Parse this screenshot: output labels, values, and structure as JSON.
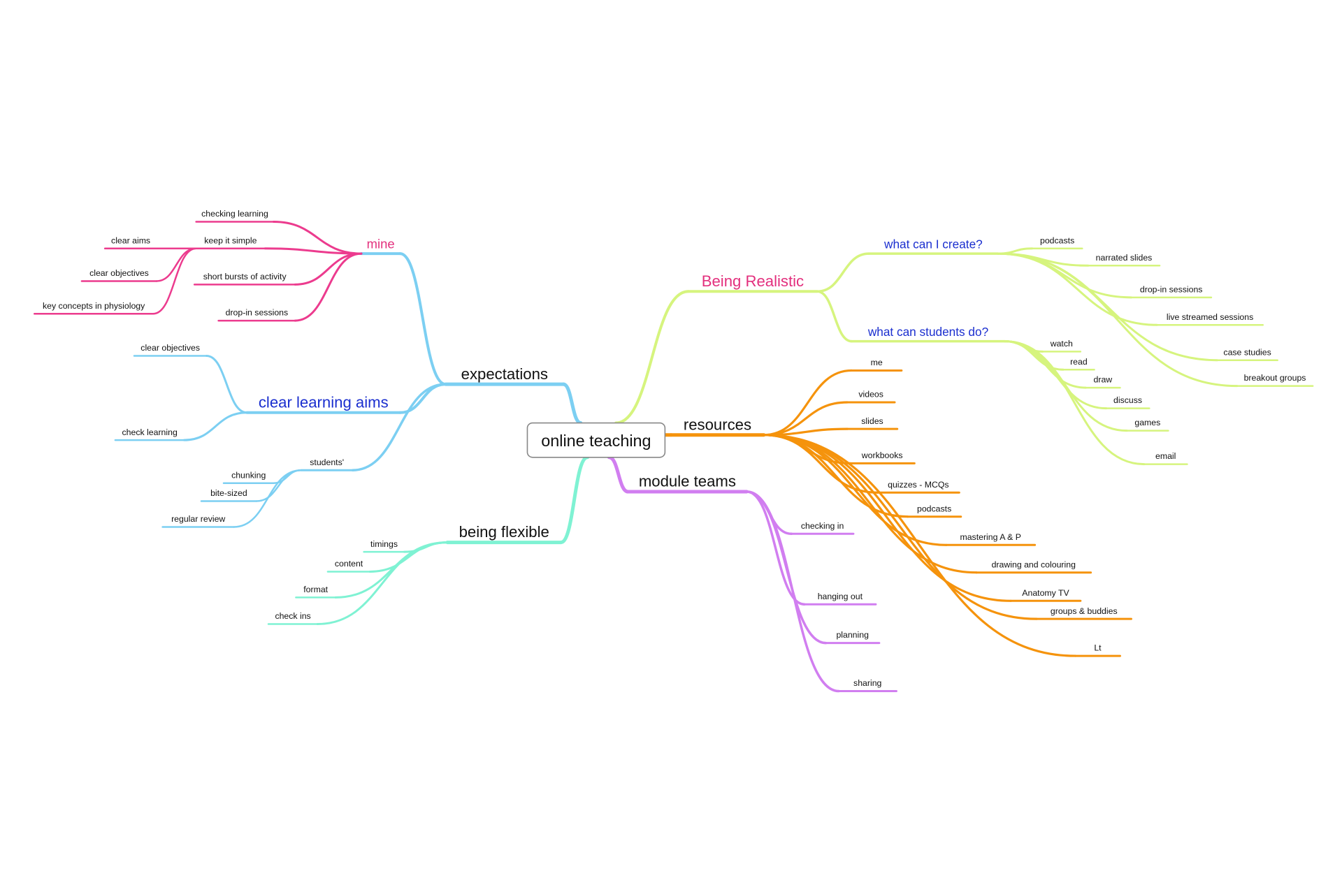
{
  "central": {
    "label": "online teaching",
    "border": "#888888"
  },
  "colors": {
    "blue": "#7ccff2",
    "pink": "#ec3b8e",
    "green": "#d6f47e",
    "orange": "#f5930c",
    "purple": "#d17ef0",
    "teal": "#7ff2d3",
    "navy_text": "#1b2fcf",
    "pink_text": "#e3307d",
    "dark_text": "#111111"
  },
  "expectations": {
    "label": "expectations",
    "mine": {
      "label": "mine",
      "items": [
        "checking learning",
        "keep it simple",
        "short bursts of activity",
        "drop-in sessions"
      ],
      "keep_it_simple_children": [
        "clear aims",
        "clear objectives",
        "key concepts in physiology"
      ]
    },
    "clear_learning_aims": {
      "label": "clear learning aims",
      "items": [
        "clear objectives",
        "check learning"
      ]
    },
    "students": {
      "label": "students'",
      "items": [
        "chunking",
        "bite-sized",
        "regular review"
      ]
    }
  },
  "being_flexible": {
    "label": "being flexible",
    "items": [
      "timings",
      "content",
      "format",
      "check ins"
    ]
  },
  "being_realistic": {
    "label": "Being Realistic",
    "create": {
      "label": "what can I create?",
      "items": [
        "podcasts",
        "narrated slides",
        "drop-in sessions",
        "live streamed sessions",
        "case studies",
        "breakout groups"
      ]
    },
    "students_do": {
      "label": "what can students do?",
      "items": [
        "watch",
        "read",
        "draw",
        "discuss",
        "games",
        "email"
      ]
    }
  },
  "resources": {
    "label": "resources",
    "items": [
      "me",
      "videos",
      "slides",
      "workbooks",
      "quizzes - MCQs",
      "podcasts",
      "mastering A & P",
      "drawing and colouring",
      "Anatomy TV",
      "groups & buddies",
      "Lt"
    ]
  },
  "module_teams": {
    "label": "module teams",
    "items": [
      "checking in",
      "hanging out",
      "planning",
      "sharing"
    ]
  }
}
